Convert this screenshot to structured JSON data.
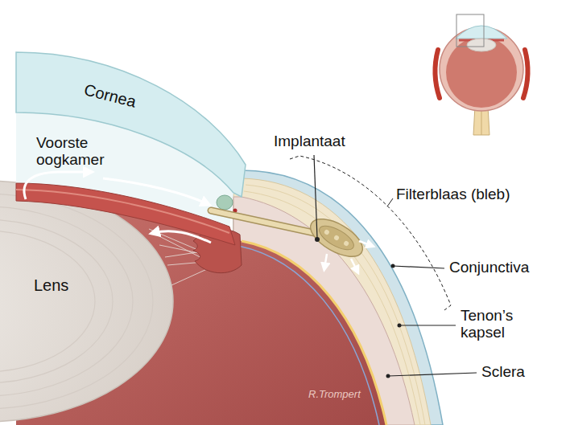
{
  "diagram": {
    "labels": [
      "Cornea",
      "Voorste oogkamer",
      "Implantaat",
      "Filterblaas (bleb)",
      "Conjunctiva",
      "Lens",
      "Tenon’s kapsel",
      "Sclera",
      "R.Trompert"
    ]
  }
}
